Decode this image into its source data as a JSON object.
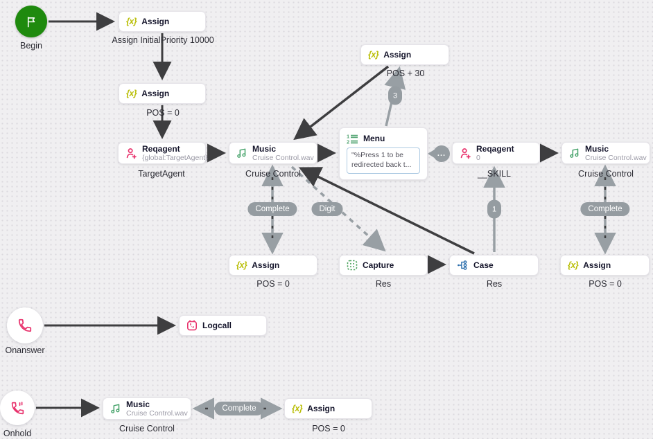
{
  "palette": {
    "background": "#f0eff1",
    "edge_dark": "#3e3e40",
    "edge_gray": "#989fa4",
    "badge_gray": "#959ca1",
    "begin_green": "#1f8a0e",
    "assign_yellow": "#b9be07",
    "reqagent_pink": "#e8336d",
    "music_green": "#44a269",
    "menu_green": "#55a674",
    "capture_green": "#4aa25c",
    "case_blue": "#2c6fad",
    "logcall_pink": "#e8336d",
    "phone_pink": "#e8336d"
  },
  "icons": {
    "assign_glyph": "{x}",
    "more_glyph": "..."
  },
  "nodes": {
    "begin": {
      "label": "Begin"
    },
    "assign_initial": {
      "title": "Assign",
      "caption": "Assign InitialPriority 10000"
    },
    "assign_pos_zero_top": {
      "title": "Assign",
      "caption": "POS = 0"
    },
    "reqagent_target": {
      "title": "Reqagent",
      "subtitle": "{global:TargetAgent}",
      "caption": "TargetAgent"
    },
    "music_main": {
      "title": "Music",
      "subtitle": "Cruise Control.wav",
      "caption": "Cruise Control"
    },
    "menu": {
      "title": "Menu",
      "prompt": "\"%Press 1 to be redirected back t..."
    },
    "assign_pos_plus30": {
      "title": "Assign",
      "caption": "POS + 30"
    },
    "reqagent_skill": {
      "title": "Reqagent",
      "subtitle": "0",
      "caption": "__SKILL"
    },
    "music_skill": {
      "title": "Music",
      "subtitle": "Cruise Control.wav",
      "caption": "Cruise Control"
    },
    "assign_pos_zero_mid": {
      "title": "Assign",
      "caption": "POS = 0"
    },
    "capture": {
      "title": "Capture",
      "caption": "Res"
    },
    "case": {
      "title": "Case",
      "caption": "Res"
    },
    "assign_pos_zero_right": {
      "title": "Assign",
      "caption": "POS = 0"
    },
    "onanswer": {
      "label": "Onanswer"
    },
    "logcall": {
      "title": "Logcall"
    },
    "onhold": {
      "label": "Onhold"
    },
    "music_hold": {
      "title": "Music",
      "subtitle": "Cruise Control.wav",
      "caption": "Cruise Control"
    },
    "assign_pos_zero_hold": {
      "title": "Assign",
      "caption": "POS = 0"
    }
  },
  "edge_labels": {
    "complete_main": "Complete",
    "digit": "Digit",
    "option_3": "3",
    "option_1": "1",
    "complete_skill": "Complete",
    "complete_hold": "Complete",
    "menu_more": "..."
  }
}
